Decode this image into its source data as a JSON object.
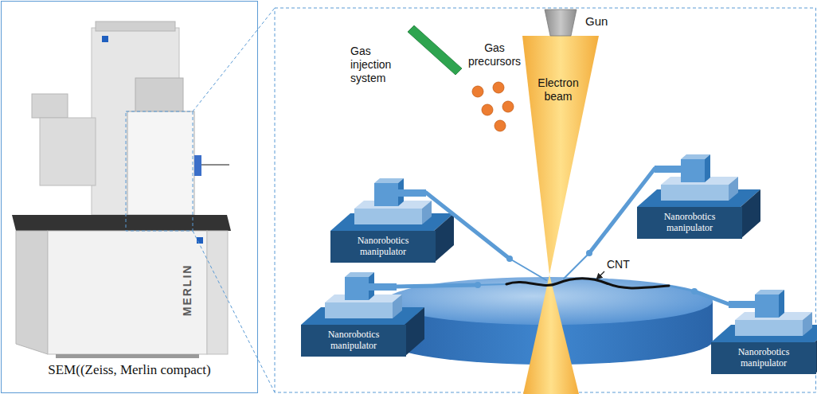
{
  "diagram": {
    "nodes": [
      {
        "text": [
          "SEM((Zeiss, Merlin compact)"
        ]
      },
      {
        "text": [
          "Nanorobotics manipulator"
        ]
      },
      {
        "text": [
          "Nanorobotics manipulator"
        ]
      },
      {
        "text": [
          "Nanorobotics manipulator"
        ]
      },
      {
        "text": [
          "Nanorobotics manipulator"
        ]
      }
    ],
    "labels": [
      "MERLIN",
      "Gas injection system",
      "Gas precursors",
      "Gun",
      "Electron beam",
      "CNT"
    ]
  }
}
